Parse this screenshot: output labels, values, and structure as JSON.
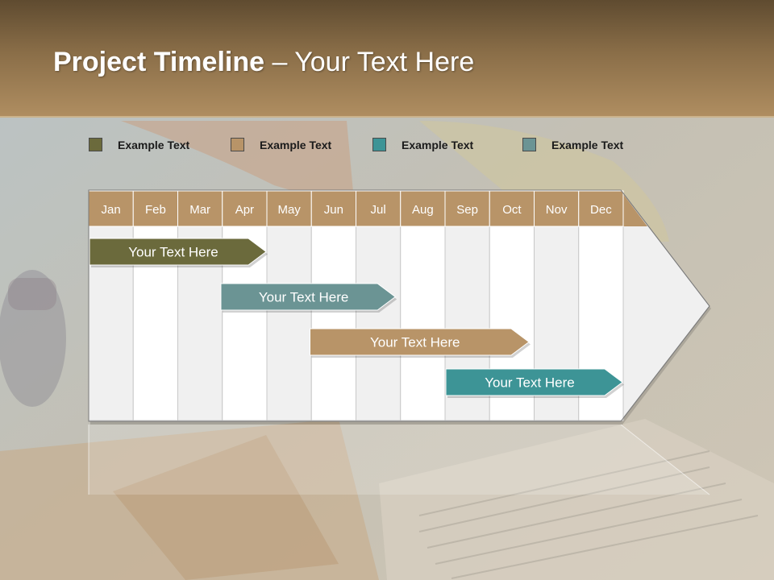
{
  "slide": {
    "title_bold": "Project Timeline",
    "title_rest": " – Your Text Here"
  },
  "legend": [
    {
      "label": "Example Text",
      "color": "#6b6a3c"
    },
    {
      "label": "Example Text",
      "color": "#b89468"
    },
    {
      "label": "Example Text",
      "color": "#3d9496"
    },
    {
      "label": "Example Text",
      "color": "#6b9494"
    }
  ],
  "colors": {
    "header_band": "#8a6e48",
    "month_header": "#b89468",
    "column_light": "#f0f0f0",
    "column_white": "#ffffff"
  },
  "timeline": {
    "months": [
      "Jan",
      "Feb",
      "Mar",
      "Apr",
      "May",
      "Jun",
      "Jul",
      "Aug",
      "Sep",
      "Oct",
      "Nov",
      "Dec"
    ],
    "bars": [
      {
        "label": "Your  Text Here",
        "start_month": 1.0,
        "end_month": 4.0,
        "color": "#6b6a3c"
      },
      {
        "label": "Your  Text Here",
        "start_month": 3.95,
        "end_month": 6.9,
        "color": "#6b9494"
      },
      {
        "label": "Your  Text Here",
        "start_month": 5.95,
        "end_month": 9.9,
        "color": "#b89468"
      },
      {
        "label": "Your  Text Here",
        "start_month": 9.0,
        "end_month": 12.0,
        "color": "#3d9496"
      }
    ]
  }
}
